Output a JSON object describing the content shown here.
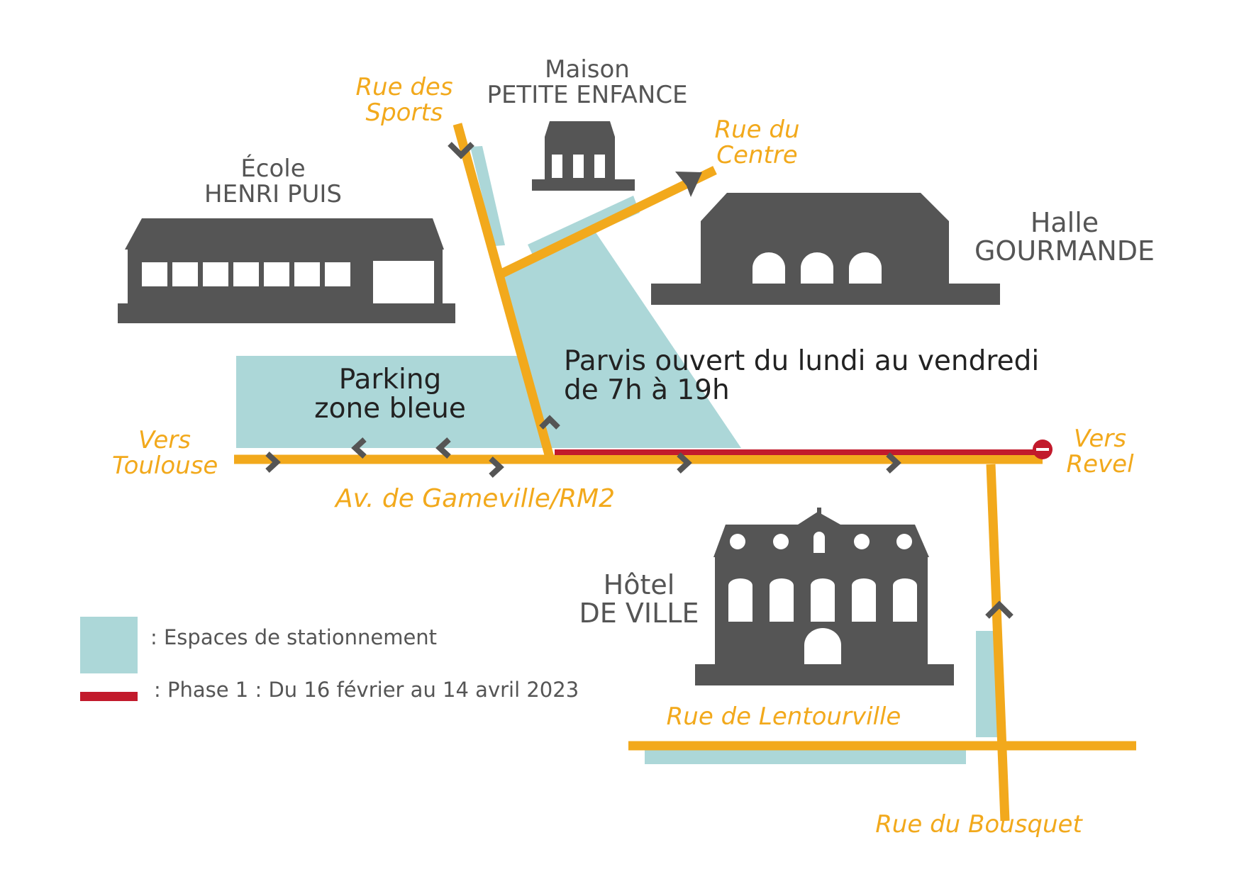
{
  "colors": {
    "road": "#f2a91c",
    "parking": "#acd7d8",
    "building": "#555555",
    "works": "#c21a2c",
    "arrow": "#555555"
  },
  "labels": {
    "rue_sports": [
      "Rue des",
      "Sports"
    ],
    "rue_centre": [
      "Rue du",
      "Centre"
    ],
    "vers_toulouse": [
      "Vers",
      "Toulouse"
    ],
    "vers_revel": [
      "Vers",
      "Revel"
    ],
    "avenue": "Av. de Gameville/RM2",
    "rue_lentourville": "Rue de Lentourville",
    "rue_bousquet": "Rue du Bousquet"
  },
  "buildings": {
    "maison": [
      "Maison",
      "PETITE ENFANCE"
    ],
    "ecole": [
      "École",
      "HENRI PUIS"
    ],
    "halle": [
      "Halle",
      "GOURMANDE"
    ],
    "hotel": [
      "Hôtel",
      "DE VILLE"
    ]
  },
  "annotations": {
    "parking": [
      "Parking",
      "zone bleue"
    ],
    "parvis": [
      "Parvis ouvert du lundi au vendredi",
      "de 7h à 19h"
    ]
  },
  "legend": {
    "parking_label": ": Espaces de stationnement",
    "phase_label": ": Phase 1 : Du 16 février au 14 avril 2023"
  },
  "icons": [
    "chevron-right-icon",
    "chevron-left-icon",
    "chevron-up-icon",
    "chevron-down-icon",
    "no-entry-icon"
  ]
}
